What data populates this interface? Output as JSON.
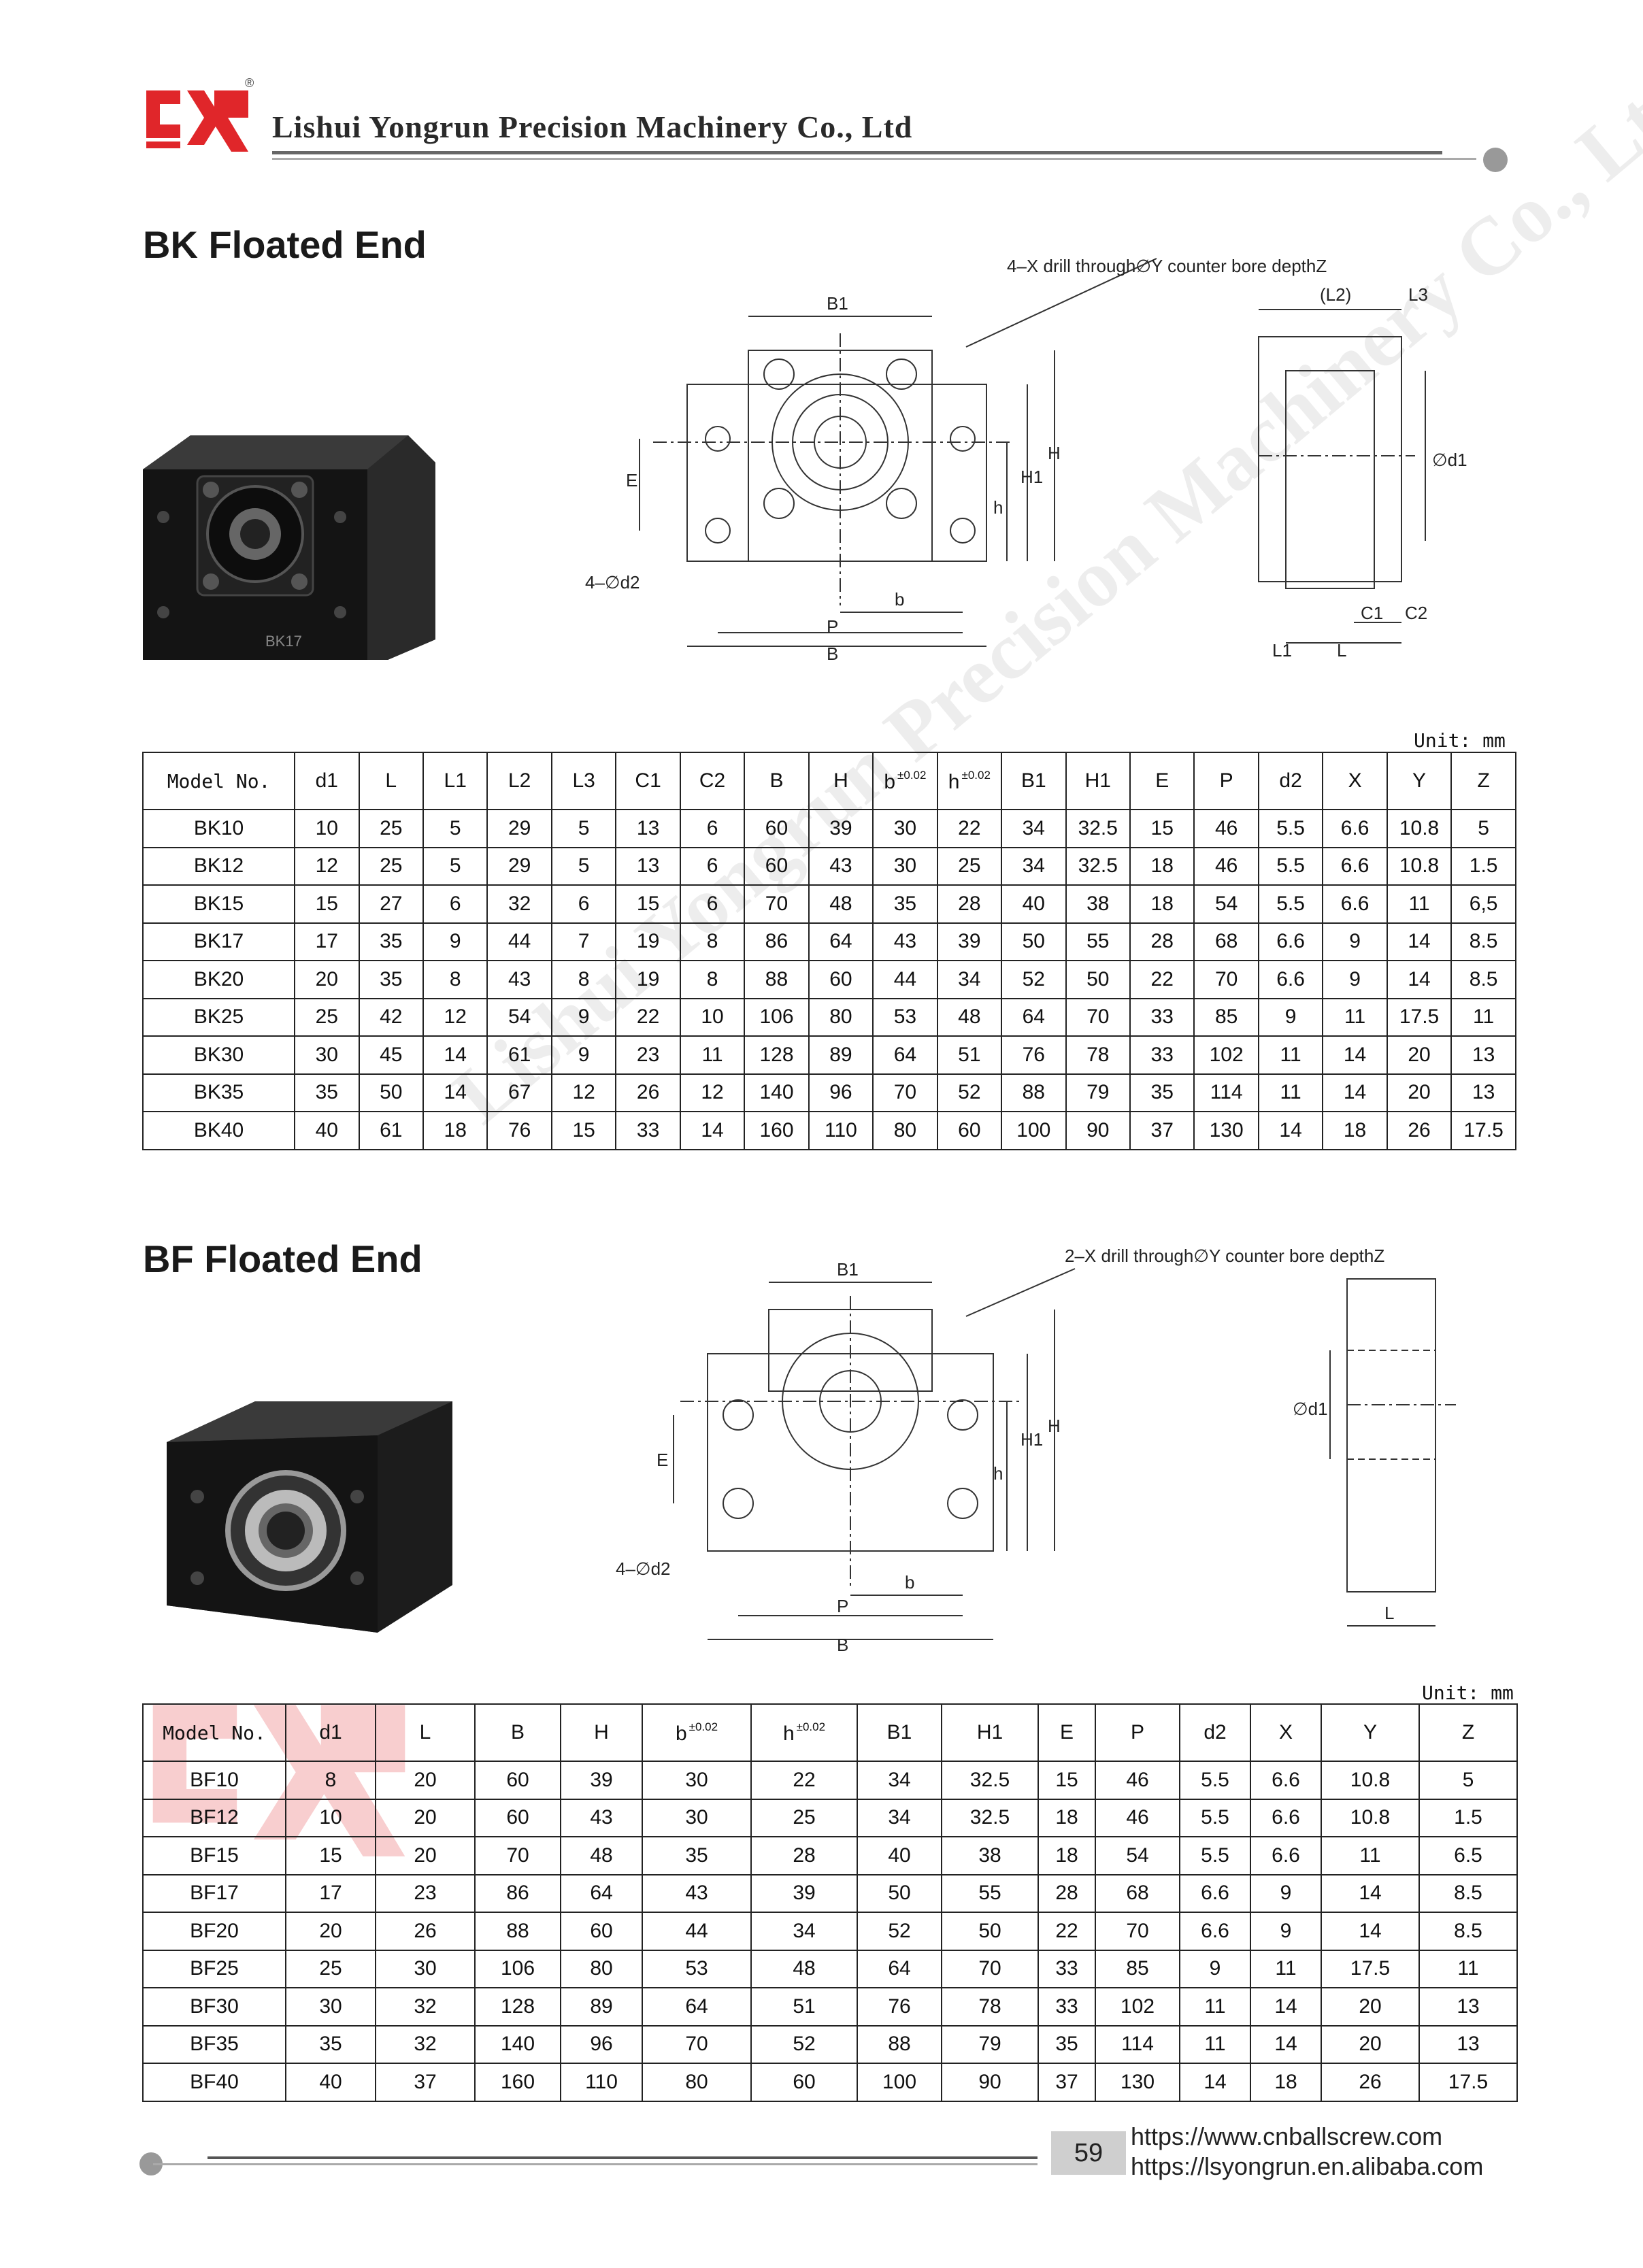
{
  "header": {
    "company": "Lishui Yongrun Precision Machinery Co., Ltd",
    "registered_mark": "®",
    "logo_color": "#e0262a"
  },
  "watermark": {
    "text": "Lishui Yongrun Precision Machinery Co., Ltd  丽水市永润精密机械有限公司"
  },
  "bk": {
    "title": "BK  Floated End",
    "photo_label": "BK17",
    "drawing": {
      "note": "4–X drill through∅Y counter bore depthZ",
      "d2_label": "4–∅d2",
      "labels": [
        "B1",
        "E",
        "h",
        "H1",
        "H",
        "b",
        "P",
        "B",
        "(L2)",
        "L3",
        "∅d1",
        "C1",
        "C2",
        "L1",
        "L"
      ]
    },
    "unit": "Unit: mm",
    "columns": [
      "Model No.",
      "d1",
      "L",
      "L1",
      "L2",
      "L3",
      "C1",
      "C2",
      "B",
      "H",
      "b",
      "h",
      "B1",
      "H1",
      "E",
      "P",
      "d2",
      "X",
      "Y",
      "Z"
    ],
    "tolerance": "±0.02",
    "rows": [
      [
        "BK10",
        "10",
        "25",
        "5",
        "29",
        "5",
        "13",
        "6",
        "60",
        "39",
        "30",
        "22",
        "34",
        "32.5",
        "15",
        "46",
        "5.5",
        "6.6",
        "10.8",
        "5"
      ],
      [
        "BK12",
        "12",
        "25",
        "5",
        "29",
        "5",
        "13",
        "6",
        "60",
        "43",
        "30",
        "25",
        "34",
        "32.5",
        "18",
        "46",
        "5.5",
        "6.6",
        "10.8",
        "1.5"
      ],
      [
        "BK15",
        "15",
        "27",
        "6",
        "32",
        "6",
        "15",
        "6",
        "70",
        "48",
        "35",
        "28",
        "40",
        "38",
        "18",
        "54",
        "5.5",
        "6.6",
        "11",
        "6,5"
      ],
      [
        "BK17",
        "17",
        "35",
        "9",
        "44",
        "7",
        "19",
        "8",
        "86",
        "64",
        "43",
        "39",
        "50",
        "55",
        "28",
        "68",
        "6.6",
        "9",
        "14",
        "8.5"
      ],
      [
        "BK20",
        "20",
        "35",
        "8",
        "43",
        "8",
        "19",
        "8",
        "88",
        "60",
        "44",
        "34",
        "52",
        "50",
        "22",
        "70",
        "6.6",
        "9",
        "14",
        "8.5"
      ],
      [
        "BK25",
        "25",
        "42",
        "12",
        "54",
        "9",
        "22",
        "10",
        "106",
        "80",
        "53",
        "48",
        "64",
        "70",
        "33",
        "85",
        "9",
        "11",
        "17.5",
        "11"
      ],
      [
        "BK30",
        "30",
        "45",
        "14",
        "61",
        "9",
        "23",
        "11",
        "128",
        "89",
        "64",
        "51",
        "76",
        "78",
        "33",
        "102",
        "11",
        "14",
        "20",
        "13"
      ],
      [
        "BK35",
        "35",
        "50",
        "14",
        "67",
        "12",
        "26",
        "12",
        "140",
        "96",
        "70",
        "52",
        "88",
        "79",
        "35",
        "114",
        "11",
        "14",
        "20",
        "13"
      ],
      [
        "BK40",
        "40",
        "61",
        "18",
        "76",
        "15",
        "33",
        "14",
        "160",
        "110",
        "80",
        "60",
        "100",
        "90",
        "37",
        "130",
        "14",
        "18",
        "26",
        "17.5"
      ]
    ]
  },
  "bf": {
    "title": "BF  Floated End",
    "drawing": {
      "note": "2–X drill through∅Y counter bore depthZ",
      "d2_label": "4–∅d2",
      "labels": [
        "B1",
        "E",
        "h",
        "H1",
        "H",
        "b",
        "P",
        "B",
        "∅d1",
        "L"
      ]
    },
    "unit": "Unit: mm",
    "columns": [
      "Model No.",
      "d1",
      "L",
      "B",
      "H",
      "b",
      "h",
      "B1",
      "H1",
      "E",
      "P",
      "d2",
      "X",
      "Y",
      "Z"
    ],
    "tolerance": "±0.02",
    "rows": [
      [
        "BF10",
        "8",
        "20",
        "60",
        "39",
        "30",
        "22",
        "34",
        "32.5",
        "15",
        "46",
        "5.5",
        "6.6",
        "10.8",
        "5"
      ],
      [
        "BF12",
        "10",
        "20",
        "60",
        "43",
        "30",
        "25",
        "34",
        "32.5",
        "18",
        "46",
        "5.5",
        "6.6",
        "10.8",
        "1.5"
      ],
      [
        "BF15",
        "15",
        "20",
        "70",
        "48",
        "35",
        "28",
        "40",
        "38",
        "18",
        "54",
        "5.5",
        "6.6",
        "11",
        "6.5"
      ],
      [
        "BF17",
        "17",
        "23",
        "86",
        "64",
        "43",
        "39",
        "50",
        "55",
        "28",
        "68",
        "6.6",
        "9",
        "14",
        "8.5"
      ],
      [
        "BF20",
        "20",
        "26",
        "88",
        "60",
        "44",
        "34",
        "52",
        "50",
        "22",
        "70",
        "6.6",
        "9",
        "14",
        "8.5"
      ],
      [
        "BF25",
        "25",
        "30",
        "106",
        "80",
        "53",
        "48",
        "64",
        "70",
        "33",
        "85",
        "9",
        "11",
        "17.5",
        "11"
      ],
      [
        "BF30",
        "30",
        "32",
        "128",
        "89",
        "64",
        "51",
        "76",
        "78",
        "33",
        "102",
        "11",
        "14",
        "20",
        "13"
      ],
      [
        "BF35",
        "35",
        "32",
        "140",
        "96",
        "70",
        "52",
        "88",
        "79",
        "35",
        "114",
        "11",
        "14",
        "20",
        "13"
      ],
      [
        "BF40",
        "40",
        "37",
        "160",
        "110",
        "80",
        "60",
        "100",
        "90",
        "37",
        "130",
        "14",
        "18",
        "26",
        "17.5"
      ]
    ]
  },
  "footer": {
    "page_number": "59",
    "url1": "https://www.cnballscrew.com",
    "url2": "https://lsyongrun.en.alibaba.com"
  }
}
